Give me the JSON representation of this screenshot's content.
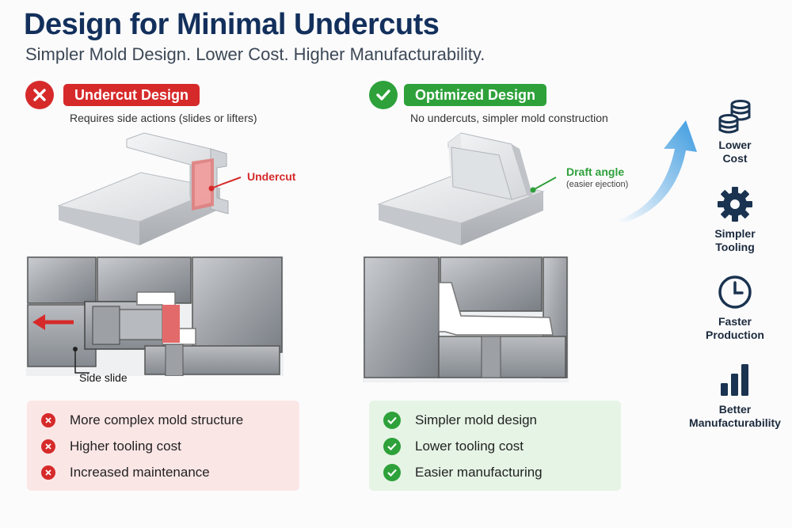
{
  "header": {
    "title": "Design for Minimal Undercuts",
    "subtitle": "Simpler Mold Design. Lower Cost. Higher Manufacturability."
  },
  "undercut": {
    "badge": "Undercut Design",
    "description": "Requires side actions (slides or lifters)",
    "callout": "Undercut",
    "slide_label": "Side slide",
    "cons": [
      "More complex mold structure",
      "Higher tooling cost",
      "Increased maintenance"
    ],
    "accent_color": "#d62a2a"
  },
  "optimized": {
    "badge": "Optimized Design",
    "description": "No undercuts, simpler mold construction",
    "callout": "Draft angle",
    "callout_note": "(easier ejection)",
    "pros": [
      "Simpler mold design",
      "Lower tooling cost",
      "Easier manufacturing"
    ],
    "accent_color": "#2ea13a"
  },
  "benefits": [
    {
      "icon": "coins-icon",
      "line1": "Lower",
      "line2": "Cost"
    },
    {
      "icon": "gear-icon",
      "line1": "Simpler",
      "line2": "Tooling"
    },
    {
      "icon": "clock-icon",
      "line1": "Faster",
      "line2": "Production"
    },
    {
      "icon": "bar-chart-icon",
      "line1": "Better",
      "line2": "Manufacturability"
    }
  ],
  "colors": {
    "title": "#13305c",
    "icon": "#1a3350",
    "arrow": "#3d9be0"
  }
}
